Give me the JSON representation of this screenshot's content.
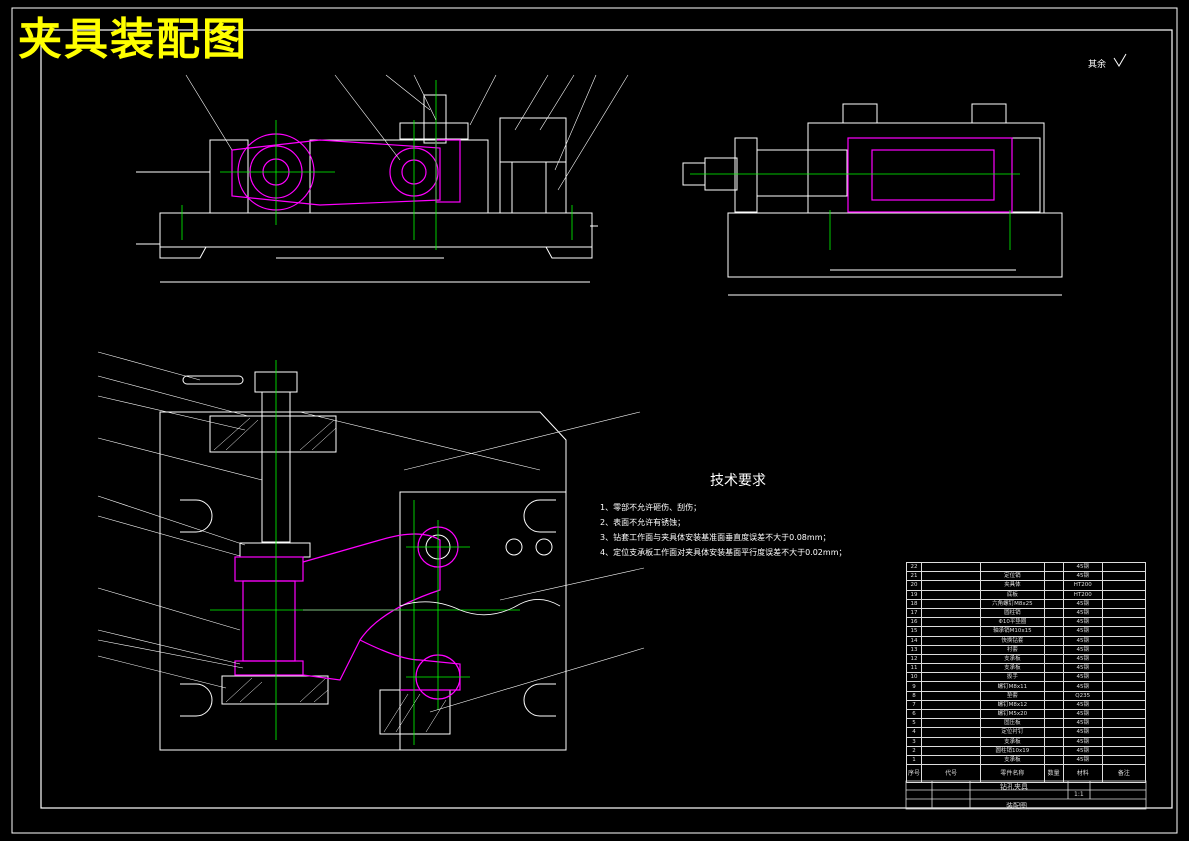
{
  "title": "夹具装配图",
  "roughness_note": "其余",
  "tech_requirements": {
    "heading": "技术要求",
    "items": [
      "1、零部不允许砸伤、刮伤；",
      "2、表面不允许有锈蚀；",
      "3、钻套工作面与夹具体安装基准面垂直度误差不大于0.08mm；",
      "4、定位支承板工作面对夹具体安装基面平行度误差不大于0.02mm；"
    ]
  },
  "bom": {
    "rows": [
      {
        "no": "22",
        "material": "45钢"
      },
      {
        "no": "21",
        "name": "定位销",
        "material": "45钢"
      },
      {
        "no": "20",
        "name": "夹具体",
        "material": "HT200"
      },
      {
        "no": "19",
        "name": "底板",
        "material": "HT200"
      },
      {
        "no": "18",
        "name": "六角螺钉M8x25",
        "material": "45钢"
      },
      {
        "no": "17",
        "name": "圆柱销",
        "material": "45钢"
      },
      {
        "no": "16",
        "name": "Φ10平垫圈",
        "material": "45钢"
      },
      {
        "no": "15",
        "name": "轴承销M10x15",
        "material": "45钢"
      },
      {
        "no": "14",
        "name": "快换钻套",
        "material": "45钢"
      },
      {
        "no": "13",
        "name": "衬套",
        "material": "45钢"
      },
      {
        "no": "12",
        "name": "支承板",
        "material": "45钢"
      },
      {
        "no": "11",
        "name": "支承板",
        "material": "45钢"
      },
      {
        "no": "10",
        "name": "扳手",
        "material": "45钢"
      },
      {
        "no": "9",
        "name": "螺钉M8x11",
        "material": "45钢"
      },
      {
        "no": "8",
        "name": "垫套",
        "material": "Q235"
      },
      {
        "no": "7",
        "name": "螺钉M8x12",
        "material": "45钢"
      },
      {
        "no": "6",
        "name": "螺钉M5x20",
        "material": "45钢"
      },
      {
        "no": "5",
        "name": "固压板",
        "material": "45钢"
      },
      {
        "no": "4",
        "name": "定位衬钉",
        "material": "45钢"
      },
      {
        "no": "3",
        "name": "支承板",
        "material": "45钢"
      },
      {
        "no": "2",
        "name": "圆柱销10x19",
        "material": "45钢"
      },
      {
        "no": "1",
        "name": "支承板",
        "material": "45钢"
      }
    ],
    "header": {
      "no": "序号",
      "code": "代号",
      "name": "零件名称",
      "qty": "数量",
      "material": "材料",
      "remark": "备注"
    }
  },
  "title_block": {
    "drawing_name": "钻孔夹具",
    "scale": "1:1",
    "type": "装配图"
  },
  "colors": {
    "background": "#000000",
    "outline": "#ffffff",
    "part_highlight": "#ff00ff",
    "centerline": "#00ff00",
    "title": "#ffff00"
  }
}
